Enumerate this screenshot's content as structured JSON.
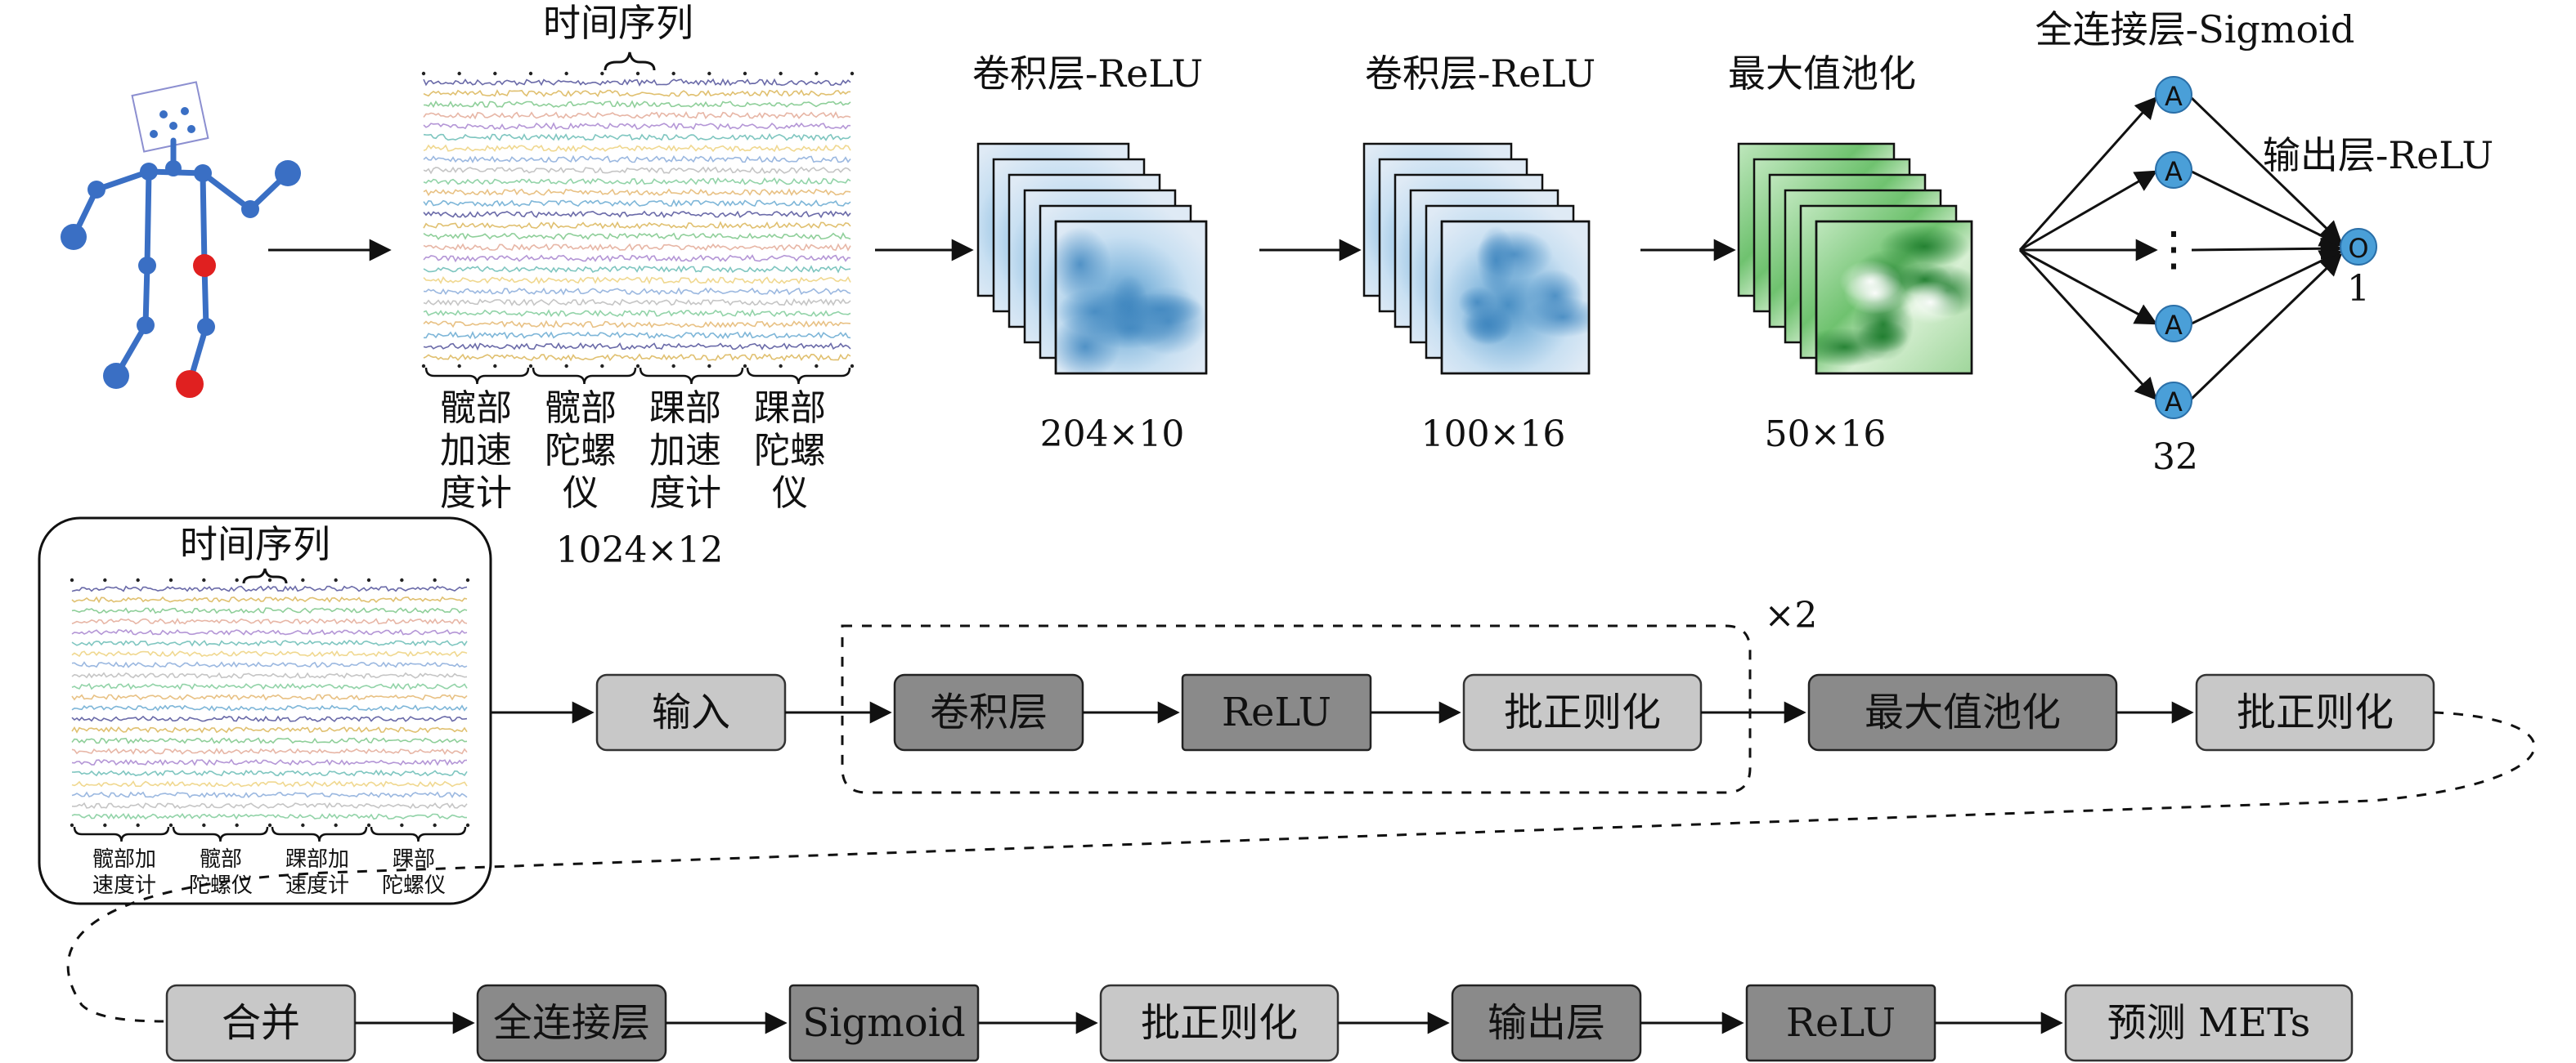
{
  "top": {
    "time_series_title": "时间序列",
    "group_labels": [
      [
        "髋部",
        "加速",
        "度计"
      ],
      [
        "髋部",
        "陀螺",
        "仪"
      ],
      [
        "踝部",
        "加速",
        "度计"
      ],
      [
        "踝部",
        "陀螺",
        "仪"
      ]
    ],
    "input_size": "1024×12",
    "conv1_title": "卷积层-ReLU",
    "conv1_size": "204×10",
    "conv2_title": "卷积层-ReLU",
    "conv2_size": "100×16",
    "pool_title": "最大值池化",
    "pool_size": "50×16",
    "fc_title": "全连接层-Sigmoid",
    "fc_node_letter": "A",
    "fc_ellipsis": "⋮",
    "fc_count": "32",
    "out_title": "输出层-ReLU",
    "out_node_letter": "O",
    "out_count": "1"
  },
  "bottom": {
    "time_series_title": "时间序列",
    "group_labels": [
      [
        "髋部加",
        "速度计"
      ],
      [
        "髋部",
        "陀螺仪"
      ],
      [
        "踝部加",
        "速度计"
      ],
      [
        "踝部",
        "陀螺仪"
      ]
    ],
    "repeat": "×2",
    "row1": [
      "输入",
      "卷积层",
      "ReLU",
      "批正则化",
      "最大值池化",
      "批正则化"
    ],
    "row2": [
      "合并",
      "全连接层",
      "Sigmoid",
      "批正则化",
      "输出层",
      "ReLU",
      "预测 METs"
    ]
  },
  "colors": {
    "joint": "#3a6fc4",
    "joint_highlight": "#e02020",
    "conv_map": "#a9cde8",
    "pool_map": "#6fc26f",
    "node": "#4a9fd8"
  }
}
